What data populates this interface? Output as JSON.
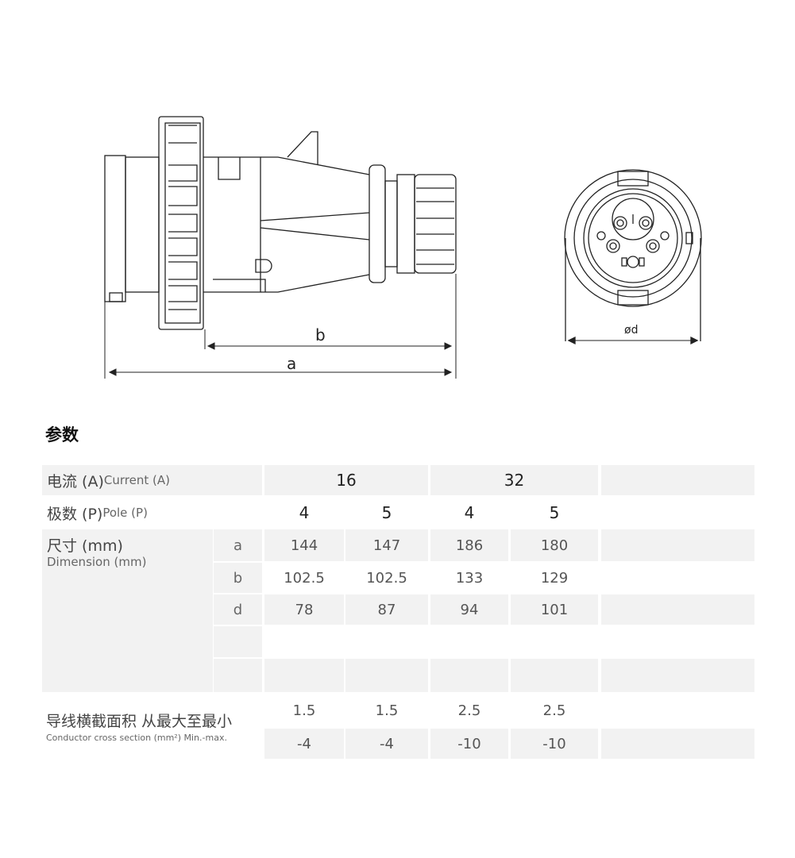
{
  "drawing": {
    "dim_a": "a",
    "dim_b": "b",
    "dim_d": "ød"
  },
  "section_title": "参数",
  "table": {
    "current_label_cn": "电流 (A)",
    "current_label_en": "Current (A)",
    "current_values": [
      "16",
      "32"
    ],
    "pole_label_cn": "极数 (P)",
    "pole_label_en": "Pole (P)",
    "pole_values": [
      "4",
      "5",
      "4",
      "5"
    ],
    "dimension_label_cn": "尺寸 (mm)",
    "dimension_label_en": "Dimension (mm)",
    "dimension_rows": [
      {
        "key": "a",
        "values": [
          "144",
          "147",
          "186",
          "180"
        ]
      },
      {
        "key": "b",
        "values": [
          "102.5",
          "102.5",
          "133",
          "129"
        ]
      },
      {
        "key": "d",
        "values": [
          "78",
          "87",
          "94",
          "101"
        ]
      }
    ],
    "conductor_label_cn": "导线横截面积 从最大至最小",
    "conductor_label_en": "Conductor cross section (mm²) Min.-max.",
    "conductor_min": [
      "1.5",
      "1.5",
      "2.5",
      "2.5"
    ],
    "conductor_max": [
      "-4",
      "-4",
      "-10",
      "-10"
    ]
  }
}
